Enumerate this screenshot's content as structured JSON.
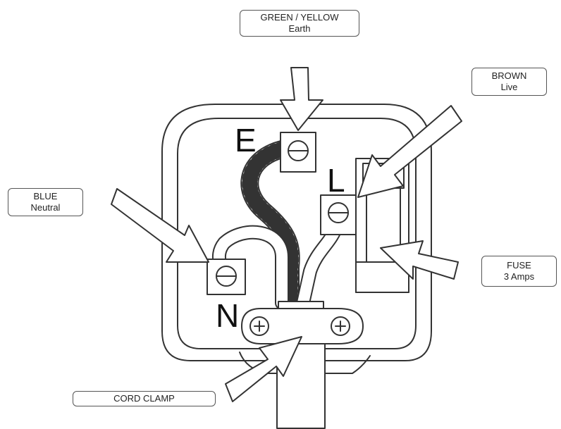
{
  "labels": {
    "earth": {
      "line1": "GREEN / YELLOW",
      "line2": "Earth"
    },
    "live": {
      "line1": "BROWN",
      "line2": "Live"
    },
    "neutral": {
      "line1": "BLUE",
      "line2": "Neutral"
    },
    "fuse": {
      "line1": "FUSE",
      "line2": "3 Amps"
    },
    "cord_clamp": {
      "line1": "CORD CLAMP"
    }
  },
  "terminals": {
    "earth": "E",
    "live": "L",
    "neutral": "N"
  }
}
